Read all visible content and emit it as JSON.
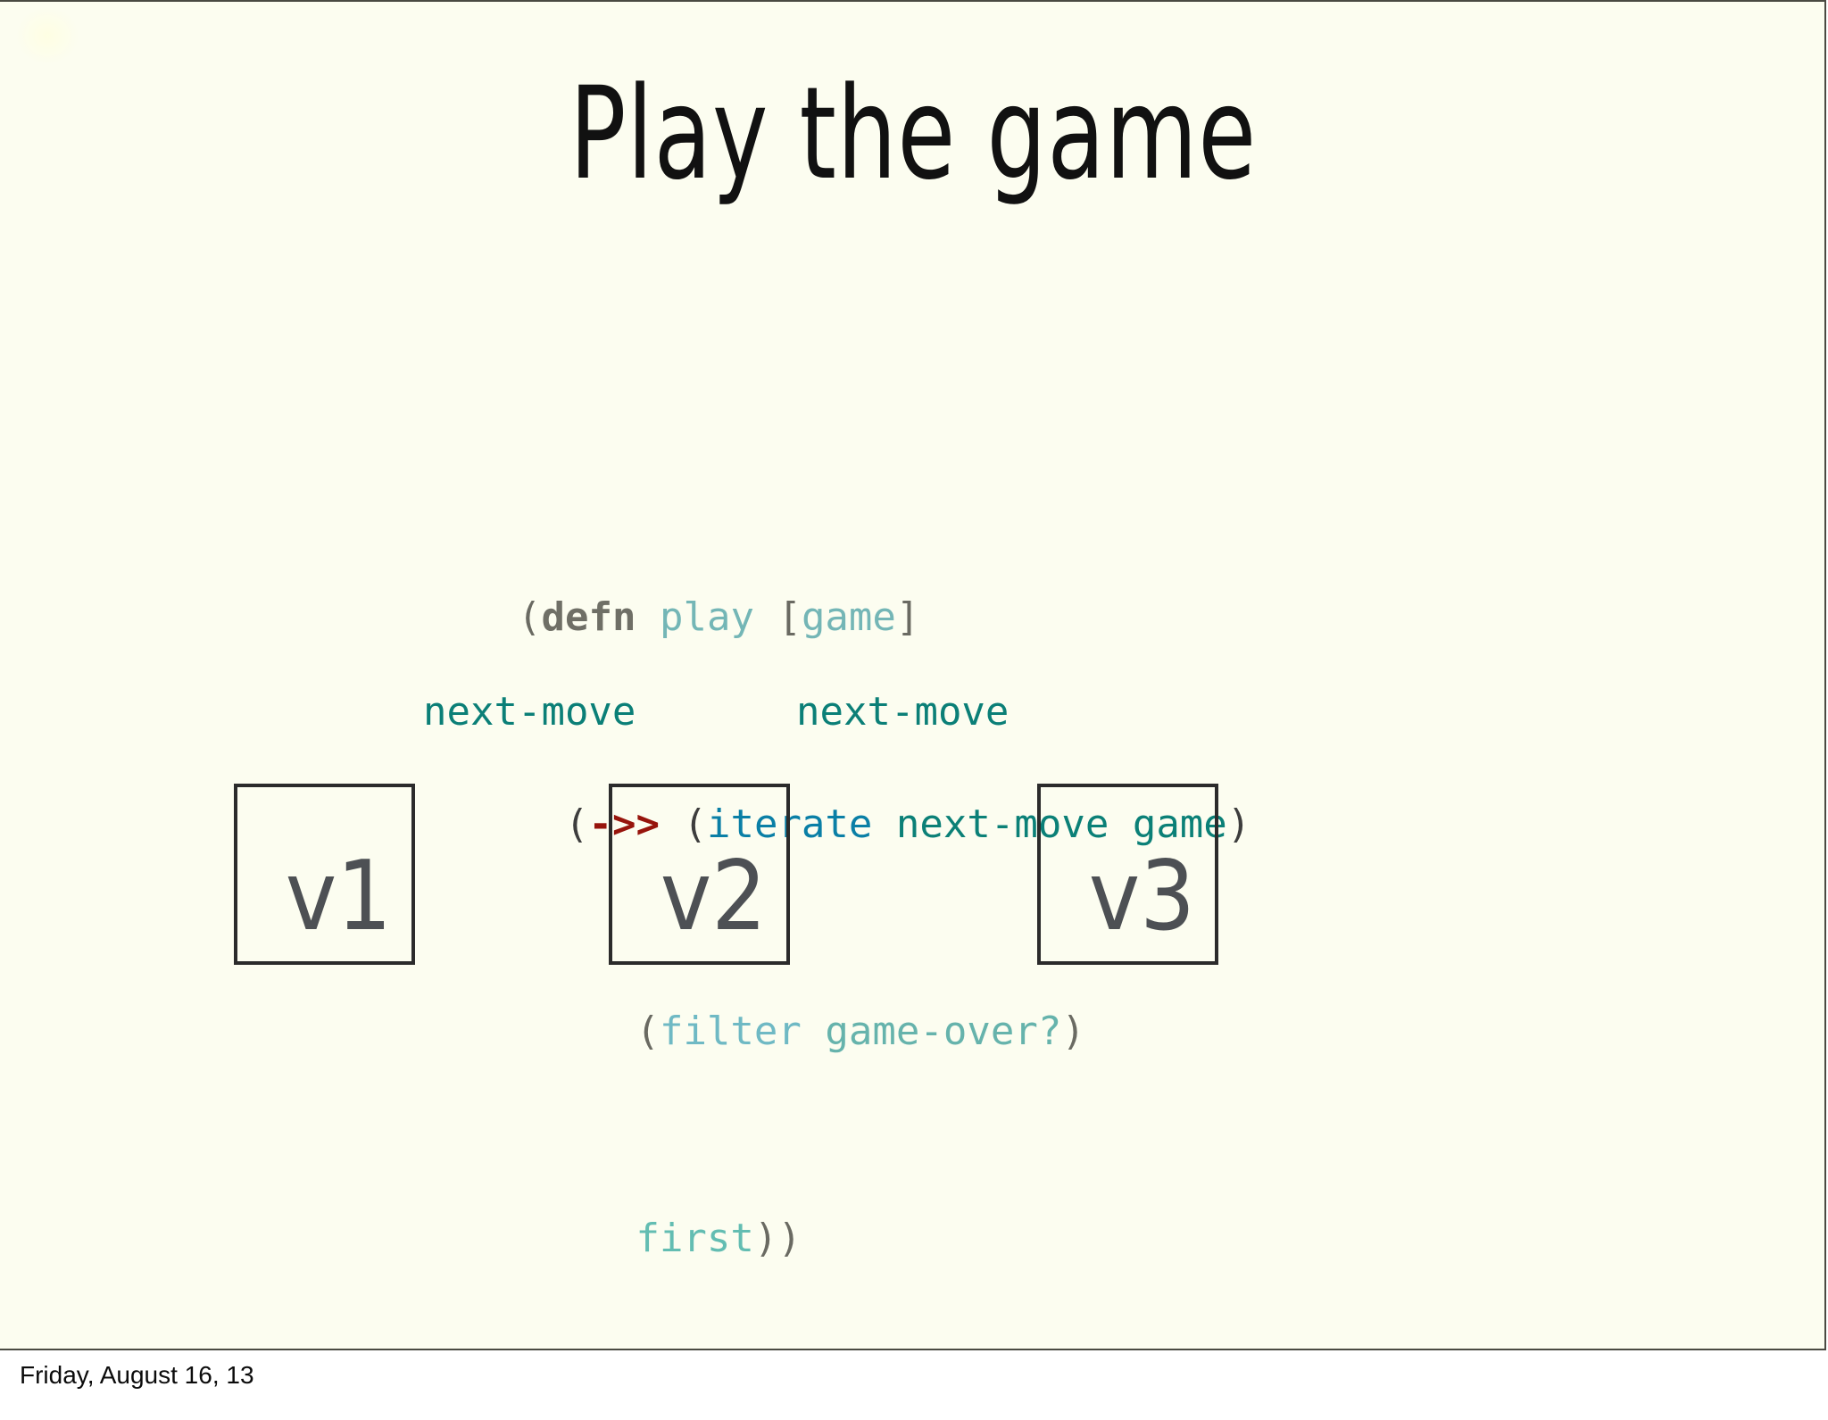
{
  "slide": {
    "title": "Play the game",
    "background_color": "#fcfdf0",
    "border_color": "#4a4a42"
  },
  "code": {
    "language": "clojure",
    "lines": [
      {
        "id": "line-1",
        "indent": 0,
        "text": "(defn play [game]",
        "tokens": [
          {
            "text": "(",
            "role": "paren",
            "color": "#6a6a62"
          },
          {
            "text": "defn",
            "role": "keyword",
            "color": "#6f6f66"
          },
          {
            "text": " ",
            "role": "space",
            "color": "#6a6a62"
          },
          {
            "text": "play",
            "role": "name",
            "color": "#74b6b6"
          },
          {
            "text": " ",
            "role": "space",
            "color": "#6a6a62"
          },
          {
            "text": "[",
            "role": "bracket",
            "color": "#6a6a62"
          },
          {
            "text": "game",
            "role": "arg",
            "color": "#74b6b6"
          },
          {
            "text": "]",
            "role": "bracket",
            "color": "#6a6a62"
          }
        ]
      },
      {
        "id": "line-2",
        "indent": 2,
        "text": "(->> (iterate next-move game)",
        "tokens": [
          {
            "text": "(",
            "role": "paren",
            "color": "#3d3d3d"
          },
          {
            "text": "->>",
            "role": "macro",
            "color": "#97140c"
          },
          {
            "text": " ",
            "role": "space",
            "color": "#6a6a62"
          },
          {
            "text": "(",
            "role": "paren",
            "color": "#3d3d3d"
          },
          {
            "text": "iterate",
            "role": "fn",
            "color": "#0a7fa6"
          },
          {
            "text": " ",
            "role": "space",
            "color": "#6a6a62"
          },
          {
            "text": "next-move",
            "role": "fn",
            "color": "#0b8077"
          },
          {
            "text": " ",
            "role": "space",
            "color": "#6a6a62"
          },
          {
            "text": "game",
            "role": "arg",
            "color": "#0b8077"
          },
          {
            "text": ")",
            "role": "paren",
            "color": "#3d3d3d"
          }
        ]
      },
      {
        "id": "line-3",
        "indent": 5,
        "text": "(filter game-over?)",
        "tokens": [
          {
            "text": "(",
            "role": "paren",
            "color": "#6a6a62"
          },
          {
            "text": "filter",
            "role": "fn",
            "color": "#6fb9c4"
          },
          {
            "text": " ",
            "role": "space",
            "color": "#6a6a62"
          },
          {
            "text": "game-over?",
            "role": "fn",
            "color": "#66b3ac"
          },
          {
            "text": ")",
            "role": "paren",
            "color": "#6a6a62"
          }
        ]
      },
      {
        "id": "line-4",
        "indent": 5,
        "text": "first))",
        "tokens": [
          {
            "text": "first",
            "role": "fn",
            "color": "#63bdb2"
          },
          {
            "text": "))",
            "role": "paren",
            "color": "#6a6a62"
          }
        ]
      }
    ]
  },
  "diagram": {
    "type": "sequence-of-states",
    "arrow_labels": [
      {
        "id": "nm-1",
        "text": "next-move",
        "color": "#0b7f77"
      },
      {
        "id": "nm-2",
        "text": "next-move",
        "color": "#0b7f77"
      }
    ],
    "boxes": [
      {
        "id": "v-box-1",
        "label": "v1",
        "border_color": "#2b2b2b",
        "text_color": "#4d5054"
      },
      {
        "id": "v-box-2",
        "label": "v2",
        "border_color": "#2b2b2b",
        "text_color": "#4d5054"
      },
      {
        "id": "v-box-3",
        "label": "v3",
        "border_color": "#2b2b2b",
        "text_color": "#4d5054"
      }
    ]
  },
  "footer": {
    "date": "Friday, August 16, 13"
  }
}
